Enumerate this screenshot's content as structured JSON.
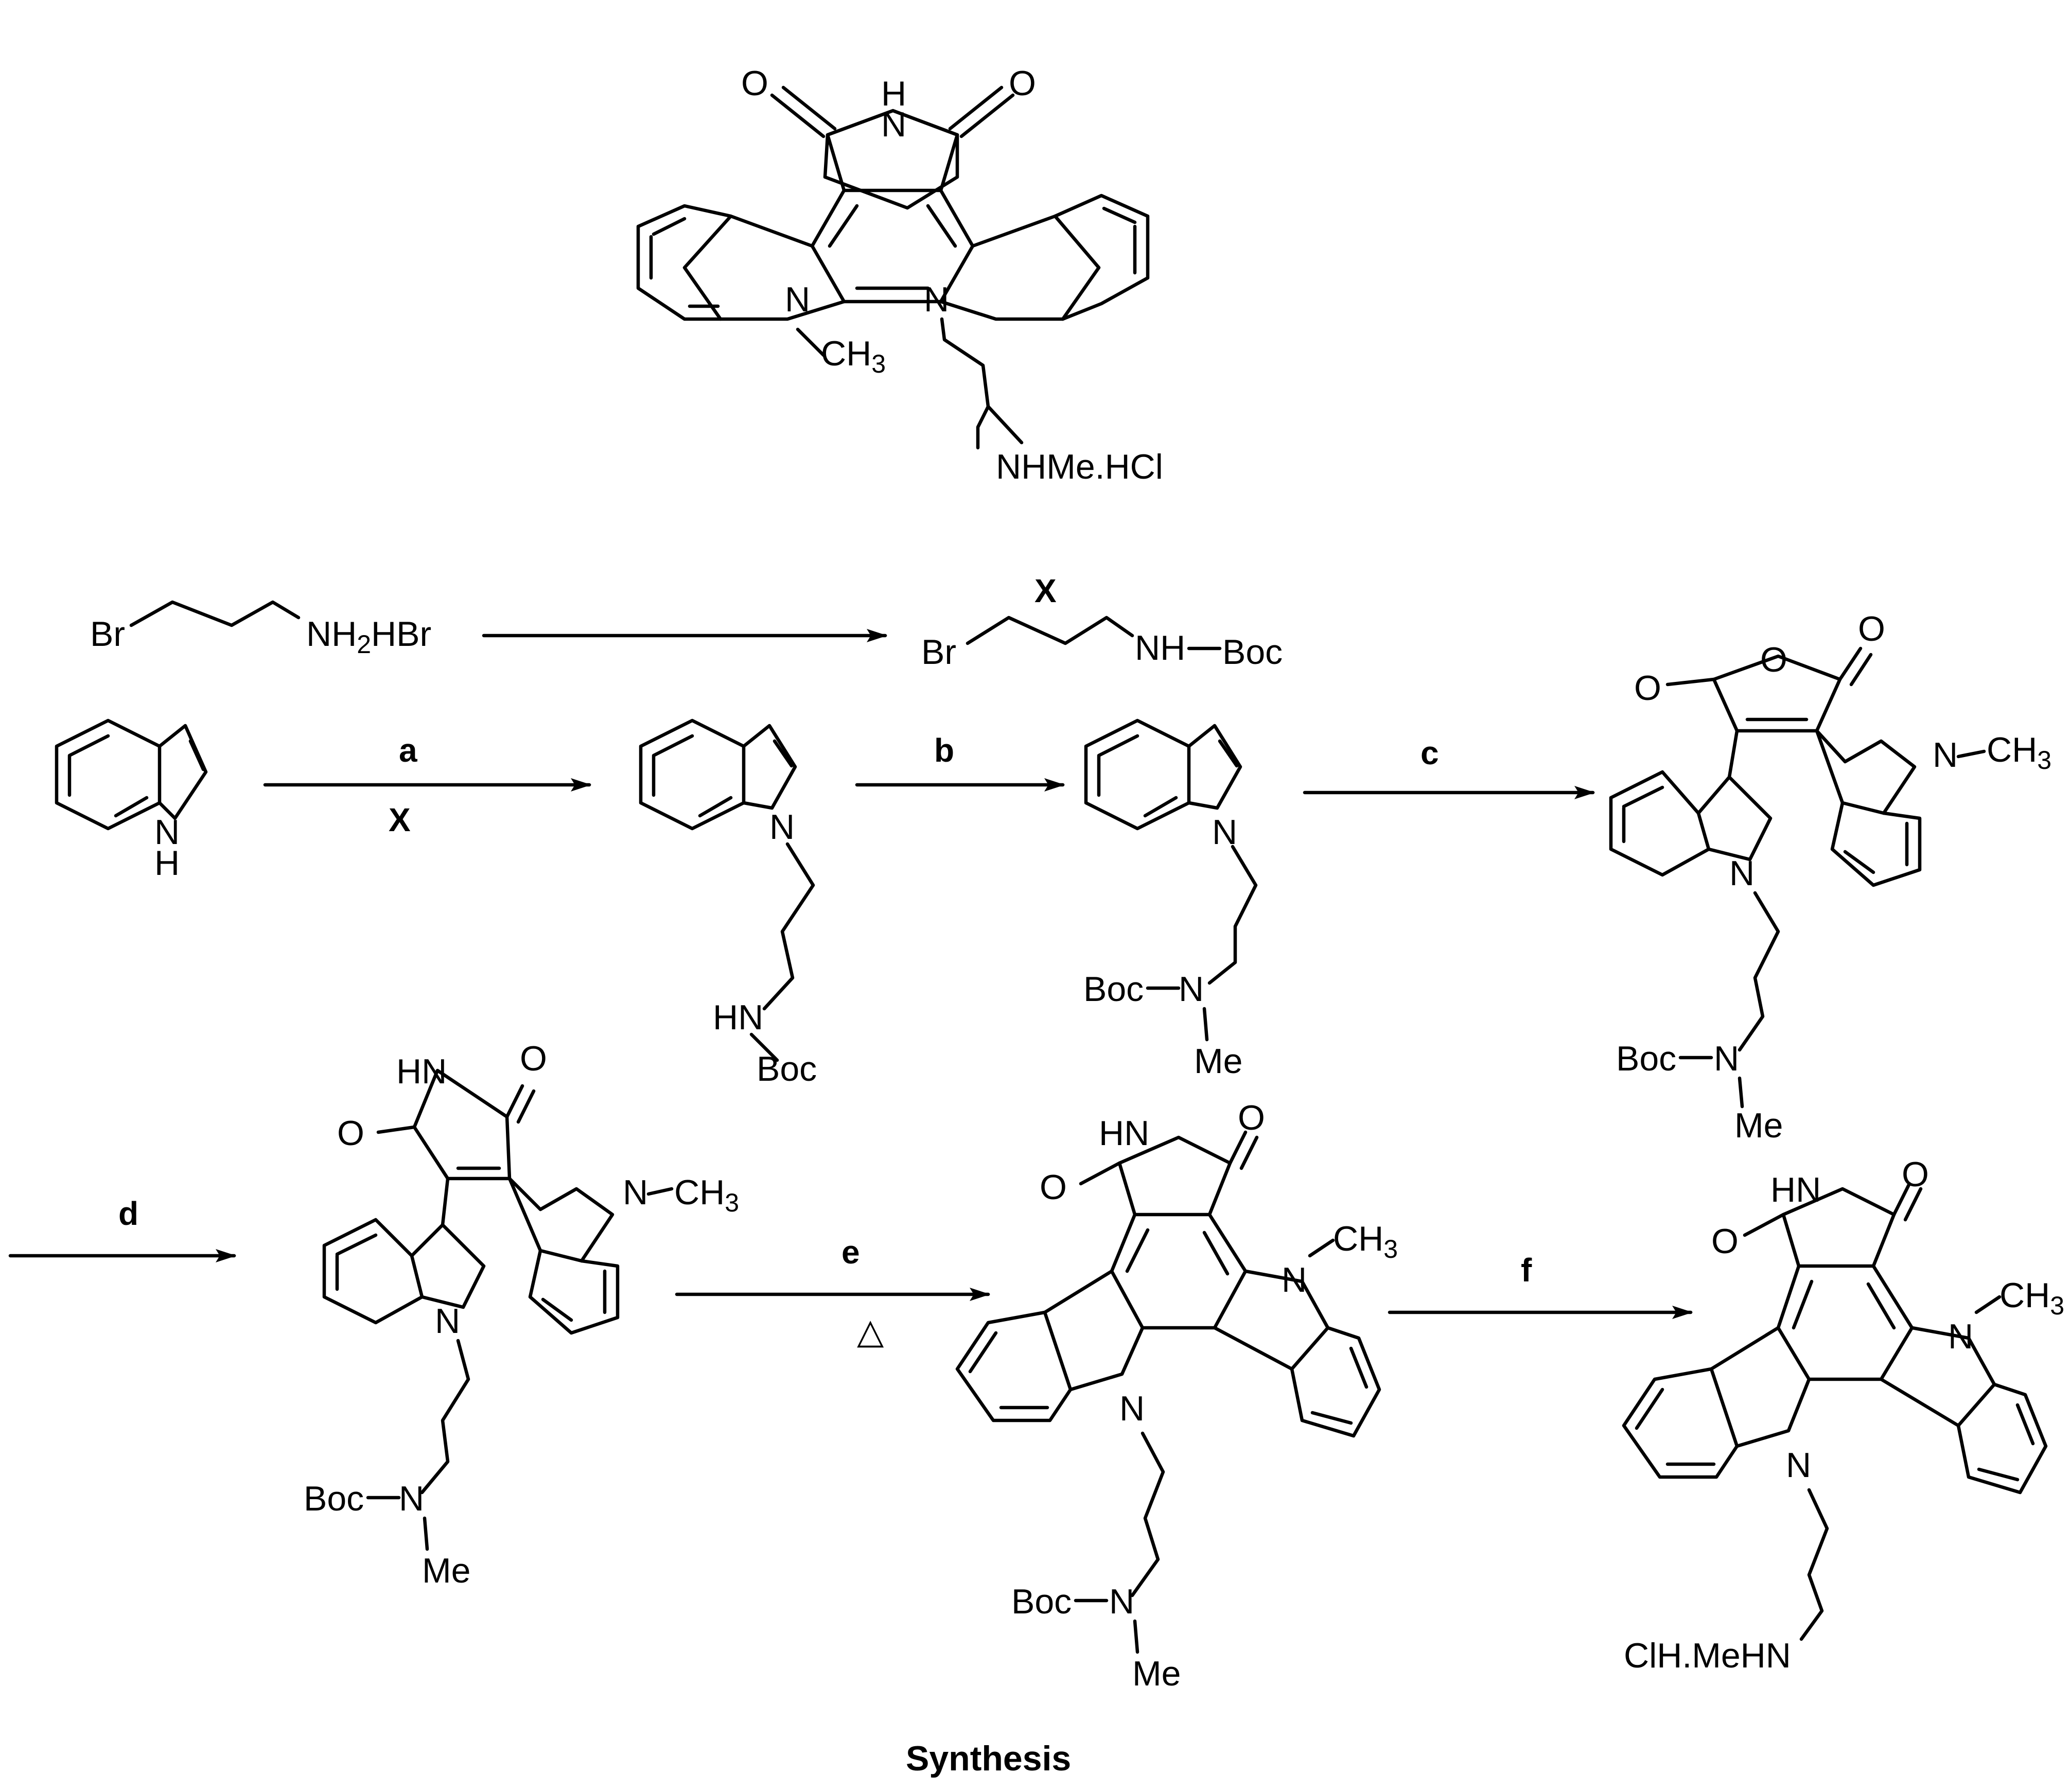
{
  "caption": "Synthesis",
  "target_compound": {
    "imide_nh": "N",
    "imide_h": "H",
    "carbonyl_left": "O",
    "carbonyl_right": "O",
    "n_left": "N",
    "n_left_substituent": "CH",
    "n_left_substituent_sub": "3",
    "n_right": "N",
    "side_chain_amine": "NHMe.HCl"
  },
  "reagent_prep": {
    "start_br": "Br",
    "start_amine": "NH",
    "start_amine_sub": "2",
    "start_salt": "HBr",
    "product_label": "X",
    "product_br": "Br",
    "product_amine": "NH",
    "product_protecting_group": "Boc"
  },
  "steps": {
    "a": "a",
    "a_reagent": "X",
    "b": "b",
    "c": "c",
    "d": "d",
    "e": "e",
    "e_condition": "△",
    "f": "f"
  },
  "compounds": {
    "indole_n": "N",
    "indole_h": "H",
    "c1_n": "N",
    "c1_hn": "HN",
    "c1_boc": "Boc",
    "c2_n": "N",
    "c2_boc": "Boc",
    "c2_amine_n": "N",
    "c2_me": "Me",
    "c3_o_ring": "O",
    "c3_o_left": "O",
    "c3_o_right": "O",
    "c3_n_left": "N",
    "c3_n_right": "N",
    "c3_methyl": "CH",
    "c3_methyl_sub": "3",
    "c3_boc": "Boc",
    "c3_amine_n": "N",
    "c3_me": "Me",
    "c4_hn": "HN",
    "c4_o_left": "O",
    "c4_o_right": "O",
    "c4_n_left": "N",
    "c4_n_right": "N",
    "c4_methyl": "CH",
    "c4_methyl_sub": "3",
    "c4_boc": "Boc",
    "c4_amine_n": "N",
    "c4_me": "Me",
    "c5_hn": "HN",
    "c5_o_left": "O",
    "c5_o_right": "O",
    "c5_n_bottom": "N",
    "c5_n_right": "N",
    "c5_methyl": "CH",
    "c5_methyl_sub": "3",
    "c5_boc": "Boc",
    "c5_amine_n": "N",
    "c5_me": "Me",
    "c6_hn": "HN",
    "c6_o_left": "O",
    "c6_o_right": "O",
    "c6_n_bottom": "N",
    "c6_n_right": "N",
    "c6_methyl": "CH",
    "c6_methyl_sub": "3",
    "c6_amine": "ClH.MeHN"
  }
}
